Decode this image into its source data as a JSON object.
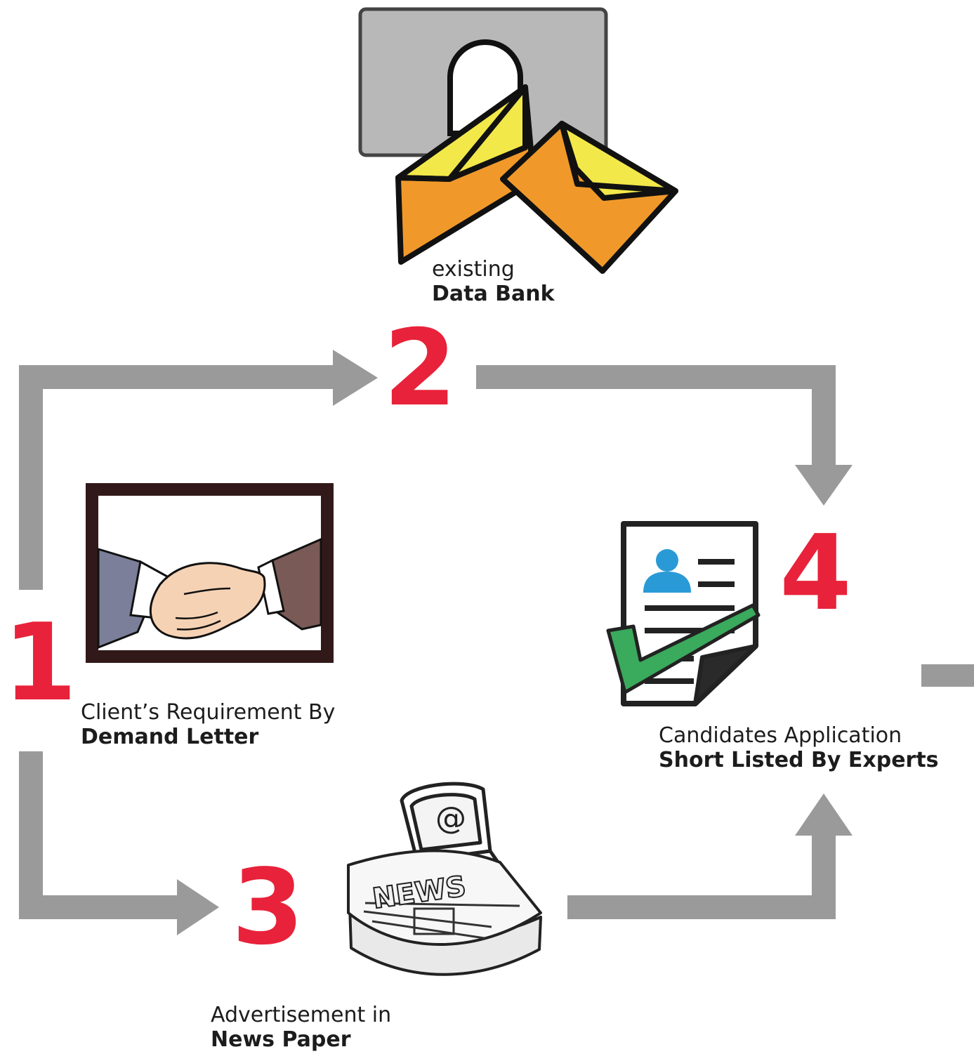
{
  "colors": {
    "arrow": "#9a9a9a",
    "step_number": "#e8223a",
    "caption_text": "#1c1c1c",
    "envelope_fill": "#f0992a",
    "envelope_flap": "#f3e84a",
    "mailbox_fill": "#b8b8b8",
    "check_green": "#3aaa5c",
    "person_blue": "#2a9ad6"
  },
  "steps": [
    {
      "number": "1",
      "icon": "handshake-icon",
      "caption_line1": "Client’s Requirement By",
      "caption_line2": "Demand Letter"
    },
    {
      "number": "2",
      "icon": "mailbox-envelopes-icon",
      "caption_line1": "existing",
      "caption_line2": "Data Bank"
    },
    {
      "number": "3",
      "icon": "newspaper-laptop-icon",
      "caption_line1": "Advertisement in",
      "caption_line2": "News Paper"
    },
    {
      "number": "4",
      "icon": "approved-resume-icon",
      "caption_line1": "Candidates Application",
      "caption_line2": "Short Listed By Experts"
    }
  ]
}
